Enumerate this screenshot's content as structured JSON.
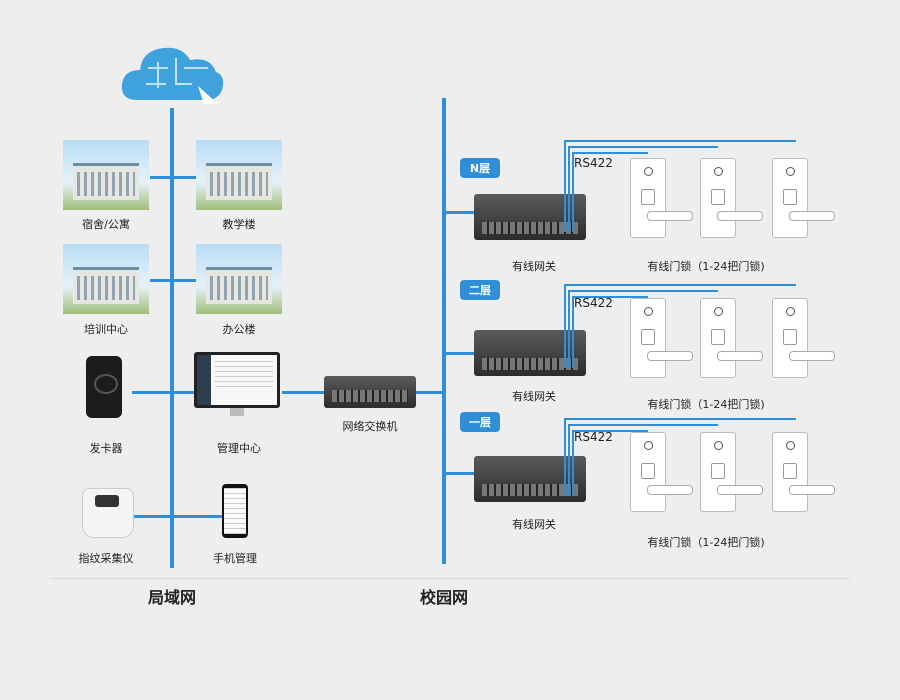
{
  "colors": {
    "accent": "#2e8fd8",
    "background": "#eeeeee"
  },
  "icons": [
    "cloud-icon",
    "card-reader-icon",
    "fingerprint-scanner-icon",
    "monitor-icon",
    "phone-icon",
    "network-switch-icon",
    "door-lock-icon"
  ],
  "left_items": {
    "dorm": "宿舍/公寓",
    "teaching": "教学楼",
    "training": "培训中心",
    "office": "办公楼",
    "card_issuer": "发卡器",
    "management": "管理中心",
    "fingerprint": "指纹采集仪",
    "mobile": "手机管理"
  },
  "center_switch": "网络交换机",
  "networks": {
    "lan": "局域网",
    "campus": "校园网"
  },
  "floors": [
    {
      "badge": "N层",
      "gateway": "有线网关",
      "protocol": "RS422",
      "locks": "有线门锁（1-24把门锁)"
    },
    {
      "badge": "二层",
      "gateway": "有线网关",
      "protocol": "RS422",
      "locks": "有线门锁（1-24把门锁)"
    },
    {
      "badge": "一层",
      "gateway": "有线网关",
      "protocol": "RS422",
      "locks": "有线门锁（1-24把门锁)"
    }
  ]
}
